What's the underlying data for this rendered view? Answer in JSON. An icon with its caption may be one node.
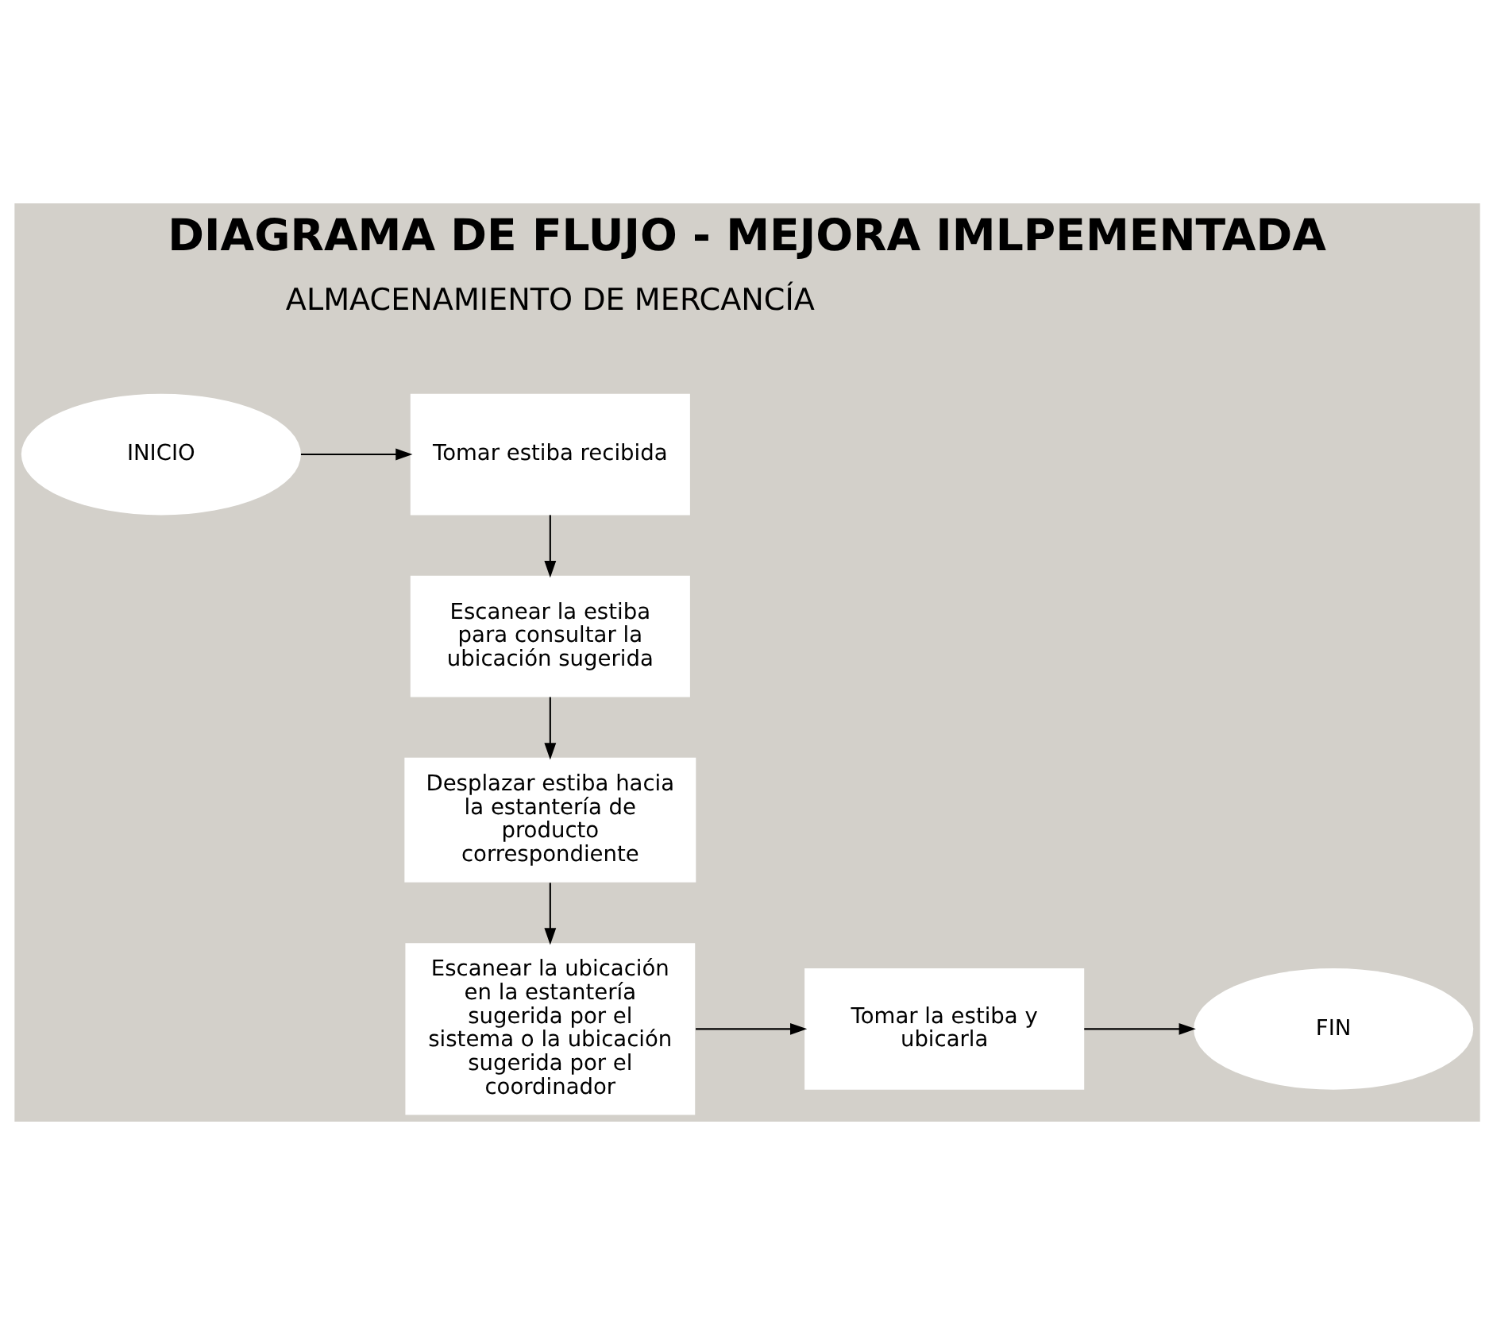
{
  "diagram": {
    "title": "DIAGRAMA DE FLUJO - MEJORA IMLPEMENTADA",
    "nodes": [
      {
        "text": [
          "INICIO"
        ]
      },
      {
        "text": [
          "Tomar estiba recibida"
        ]
      },
      {
        "text": [
          "Escanear la estiba para consultar la ubicación sugerida"
        ]
      },
      {
        "text": [
          "Desplazar estiba hacia la estantería de producto correspondiente"
        ]
      },
      {
        "text": [
          "Escanear la ubicación en la estantería sugerida por el sistema o la ubicación sugerida por el coordinador"
        ]
      },
      {
        "text": [
          "Tomar la estiba y ubicarla"
        ]
      },
      {
        "text": [
          "FIN"
        ]
      }
    ],
    "edges": [
      {
        "from": 0,
        "to": 1,
        "arrow": "to"
      },
      {
        "from": 1,
        "to": 2,
        "arrow": "to"
      },
      {
        "from": 2,
        "to": 3,
        "arrow": "to"
      },
      {
        "from": 3,
        "to": 4,
        "arrow": "to"
      },
      {
        "from": 4,
        "to": 5,
        "arrow": "to"
      },
      {
        "from": 5,
        "to": 6,
        "arrow": "to"
      }
    ],
    "labels": [
      "ALMACENAMIENTO DE MERCANCÍA"
    ]
  }
}
